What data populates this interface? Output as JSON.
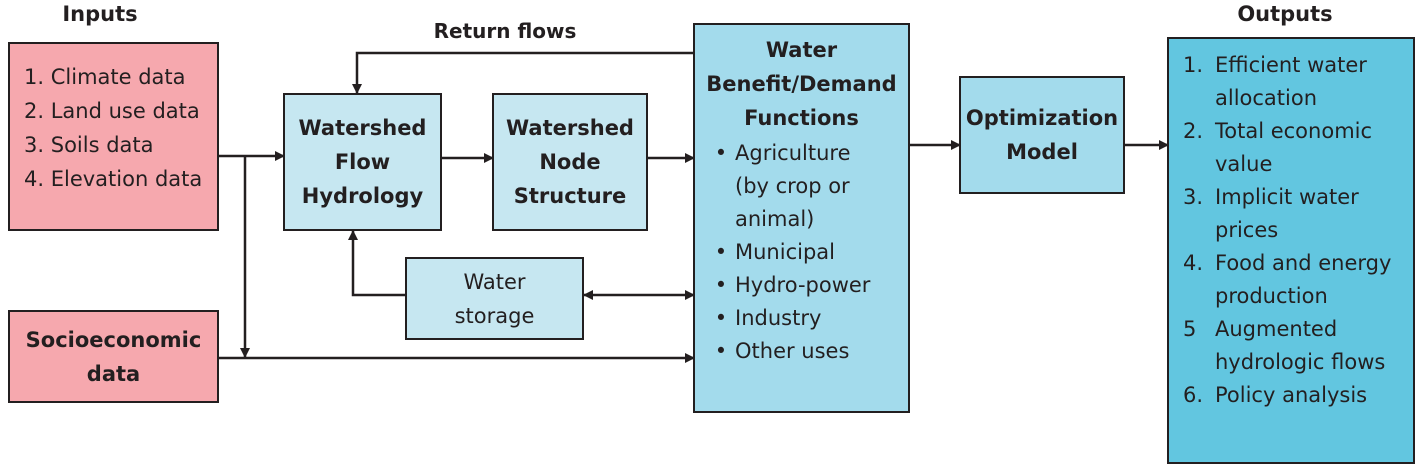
{
  "headings": {
    "inputs": "Inputs",
    "outputs": "Outputs",
    "return_flows": "Return flows"
  },
  "inputs_box": {
    "items": [
      {
        "num": "1.",
        "text": "Climate data"
      },
      {
        "num": "2.",
        "text": "Land use data"
      },
      {
        "num": "3.",
        "text": "Soils data"
      },
      {
        "num": "4.",
        "text": "Elevation data"
      }
    ]
  },
  "socioeconomic_box": {
    "line1": "Socioeconomic",
    "line2": "data"
  },
  "watershed_flow_box": {
    "line1": "Watershed",
    "line2": "Flow",
    "line3": "Hydrology"
  },
  "watershed_node_box": {
    "line1": "Watershed",
    "line2": "Node",
    "line3": "Structure"
  },
  "water_storage_box": {
    "line1": "Water",
    "line2": "storage"
  },
  "benefit_box": {
    "title1": "Water",
    "title2": "Benefit/Demand",
    "title3": "Functions",
    "bullet": "•",
    "items": [
      {
        "line1": "Agriculture",
        "line2": "(by crop or",
        "line3": "animal)"
      },
      {
        "line1": "Municipal"
      },
      {
        "line1": "Hydro-power"
      },
      {
        "line1": "Industry"
      },
      {
        "line1": "Other uses"
      }
    ]
  },
  "optimization_box": {
    "line1": "Optimization",
    "line2": "Model"
  },
  "outputs_box": {
    "items": [
      {
        "num": "1.",
        "line1": "Efficient water",
        "line2": "allocation"
      },
      {
        "num": "2.",
        "line1": "Total economic",
        "line2": "value"
      },
      {
        "num": "3.",
        "line1": "Implicit water",
        "line2": "prices"
      },
      {
        "num": "4.",
        "line1": "Food and energy",
        "line2": "production"
      },
      {
        "num": "5",
        "line1": "Augmented",
        "line2": "hydrologic flows"
      },
      {
        "num": "6.",
        "line1": "Policy analysis"
      }
    ]
  },
  "colors": {
    "inputs_fill": "#f6a8ae",
    "process_fill": "#c6e7f1",
    "benefit_fill": "#a3dbec",
    "outputs_fill": "#62c6e0",
    "stroke": "#231f20"
  }
}
